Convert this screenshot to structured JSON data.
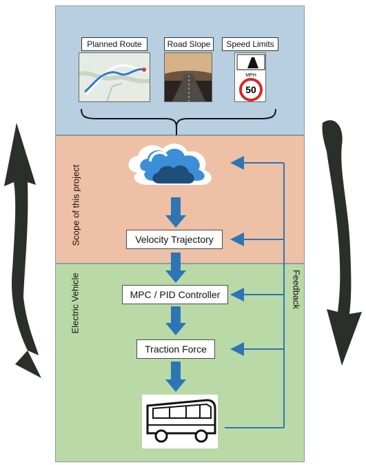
{
  "inputs": {
    "planned_route": "Planned Route",
    "road_slope": "Road Slope",
    "speed_limits": "Speed Limits",
    "sign_top": "MPH",
    "sign_speed": "50"
  },
  "regions": {
    "scope": "Scope of this project",
    "ev": "Electric Vehicle"
  },
  "blocks": {
    "velocity": "Velocity Trajectory",
    "controller": "MPC / PID Controller",
    "traction": "Traction Force"
  },
  "feedback": "Feedback",
  "colors": {
    "inputs_band": "#b7cfe0",
    "scope_band": "#eec0a5",
    "ev_band": "#b9d9a6",
    "arrow_blue": "#2e75b6",
    "feedback_blue": "#2e75b6",
    "big_arrow": "#2b2f2c"
  }
}
